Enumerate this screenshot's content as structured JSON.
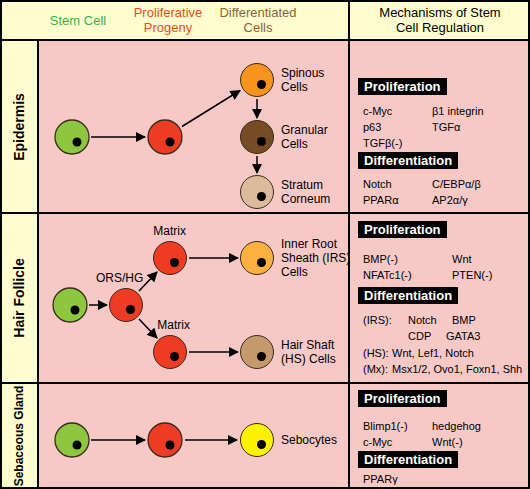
{
  "diagram": {
    "nodes": [
      {
        "text": [
          "Stem Cell",
          "Proliferative Progeny",
          "Differentiated Cells"
        ]
      },
      {
        "text": [
          "Mechanisms of Stem Cell Regulation"
        ]
      },
      {
        "text": [
          "Epidermis"
        ]
      },
      {
        "text": [
          "Spinous Cells"
        ]
      },
      {
        "text": [
          "Granular Cells"
        ]
      },
      {
        "text": [
          "Stratum Corneum"
        ]
      },
      {
        "text": [
          "Proliferation"
        ]
      },
      {
        "text": [
          "Differentiation"
        ]
      },
      {
        "text": [
          "Hair Follicle"
        ]
      },
      {
        "text": [
          "ORS/HG"
        ]
      },
      {
        "text": [
          "Matrix"
        ]
      },
      {
        "text": [
          "Matrix"
        ]
      },
      {
        "text": [
          "Inner Root Sheath (IRS) Cells"
        ]
      },
      {
        "text": [
          "Hair Shaft (HS) Cells"
        ]
      },
      {
        "text": [
          "Proliferation"
        ]
      },
      {
        "text": [
          "Differentiation"
        ]
      },
      {
        "text": [
          "Sebaceous Gland"
        ]
      },
      {
        "text": [
          "Sebocytes"
        ]
      },
      {
        "text": [
          "Proliferation"
        ]
      },
      {
        "text": [
          "Differentiation"
        ]
      }
    ],
    "edges": [
      {
        "from": 3,
        "to": 4,
        "arrow": "to"
      },
      {
        "from": 4,
        "to": 5,
        "arrow": "to"
      },
      {
        "from": 9,
        "to": 10,
        "arrow": "to"
      },
      {
        "from": 9,
        "to": 11,
        "arrow": "to"
      },
      {
        "from": 10,
        "to": 12,
        "arrow": "to"
      },
      {
        "from": 11,
        "to": 13,
        "arrow": "to"
      }
    ],
    "labels": [
      "c-Myc",
      "β1 integrin",
      "p63",
      "TGFα",
      "TGFβ(-)",
      "Notch",
      "C/EBPα/β",
      "PPARα",
      "AP2α/γ",
      "BMP(-)",
      "Wnt",
      "NFATc1(-)",
      "PTEN(-)",
      "(IRS):",
      "Notch",
      "BMP",
      "CDP",
      "GATA3",
      "(HS):",
      "Wnt, Lef1, Notch",
      "(Mx):",
      "Msx1/2, Ovo1, Foxn1, Shh",
      "Blimp1(-)",
      "hedgehog",
      "c-Myc",
      "Wnt(-)",
      "PPARγ"
    ]
  }
}
